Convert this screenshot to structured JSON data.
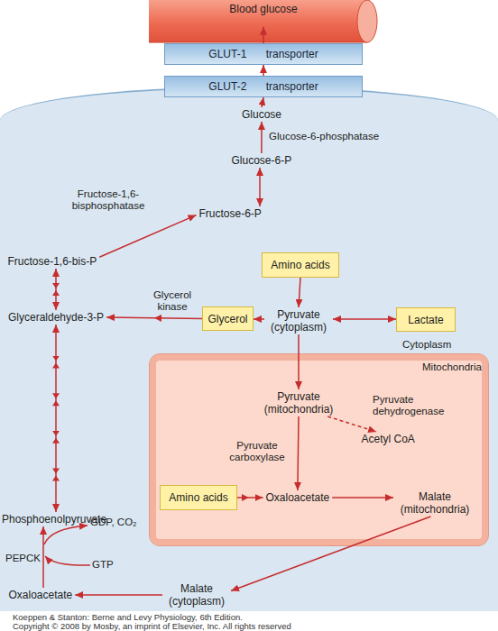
{
  "diagram": {
    "nodes": [
      {
        "text": [
          "Blood glucose"
        ]
      },
      {
        "text": [
          "GLUT-1 transporter"
        ]
      },
      {
        "text": [
          "Cytoplasm"
        ]
      },
      {
        "text": [
          "GLUT-2 transporter"
        ],
        "in": 2
      },
      {
        "text": [
          "Glucose"
        ],
        "in": 2
      },
      {
        "text": [
          "Glucose-6-P"
        ],
        "in": 2
      },
      {
        "text": [
          "Fructose-6-P"
        ],
        "in": 2
      },
      {
        "text": [
          "Fructose-1,6-bis-P"
        ],
        "in": 2
      },
      {
        "text": [
          "Amino acids"
        ],
        "in": 2
      },
      {
        "text": [
          "Glyceraldehyde-3-P"
        ],
        "in": 2
      },
      {
        "text": [
          "Glycerol"
        ],
        "in": 2
      },
      {
        "text": [
          "Pyruvate (cytoplasm)"
        ],
        "in": 2
      },
      {
        "text": [
          "Lactate"
        ],
        "in": 2
      },
      {
        "text": [
          "Mitochondria"
        ],
        "in": 2
      },
      {
        "text": [
          "Pyruvate (mitochondria)"
        ],
        "in": 13
      },
      {
        "text": [
          "Acetyl CoA"
        ],
        "in": 13
      },
      {
        "text": [
          "Amino acids"
        ],
        "in": 13
      },
      {
        "text": [
          "Oxaloacetate"
        ],
        "in": 13
      },
      {
        "text": [
          "Malate (mitochondria)"
        ],
        "in": 13
      },
      {
        "text": [
          "Phosphoenolpyruvate"
        ],
        "in": 2
      },
      {
        "text": [
          "Oxaloacetate"
        ],
        "in": 2
      },
      {
        "text": [
          "Malate (cytoplasm)"
        ],
        "in": 2
      }
    ],
    "edges": [
      {
        "from": 4,
        "to": 3,
        "arrow": "to"
      },
      {
        "from": 3,
        "to": 1,
        "arrow": "to"
      },
      {
        "from": 1,
        "to": 0,
        "arrow": "to"
      },
      {
        "from": 5,
        "to": 4,
        "arrow": "to",
        "label": "Glucose-6-phosphatase"
      },
      {
        "from": 6,
        "to": 5,
        "arrow": "both"
      },
      {
        "from": 7,
        "to": 6,
        "arrow": "to",
        "label": "Fructose-1,6- bisphosphatase"
      },
      {
        "from": 7,
        "to": 9,
        "arrow": "both"
      },
      {
        "from": 10,
        "to": 9,
        "arrow": "to",
        "label": "Glycerol kinase"
      },
      {
        "from": 11,
        "to": 10,
        "arrow": "to"
      },
      {
        "from": 8,
        "to": 11,
        "arrow": "to"
      },
      {
        "from": 11,
        "to": 12,
        "arrow": "both"
      },
      {
        "from": 11,
        "to": 14,
        "arrow": "to"
      },
      {
        "from": 14,
        "to": 15,
        "arrow": "to",
        "label": "Pyruvate dehydrogenase"
      },
      {
        "from": 14,
        "to": 17,
        "arrow": "to",
        "label": "Pyruvate carboxylase"
      },
      {
        "from": 16,
        "to": 17,
        "arrow": "to"
      },
      {
        "from": 17,
        "to": 18,
        "arrow": "to"
      },
      {
        "from": 18,
        "to": 21,
        "arrow": "to"
      },
      {
        "from": 21,
        "to": 20,
        "arrow": "to"
      },
      {
        "from": 20,
        "to": 19,
        "arrow": "to",
        "label": "PEPCK"
      },
      {
        "from": 9,
        "to": 19,
        "arrow": "both"
      }
    ],
    "labels": [
      "GDP, CO₂",
      "GTP",
      "Koeppen & Stanton: Berne and Levy Physiology, 6th Edition.",
      "Copyright © 2008 by Mosby, an imprint of Elsevier, Inc. All rights reserved"
    ]
  }
}
